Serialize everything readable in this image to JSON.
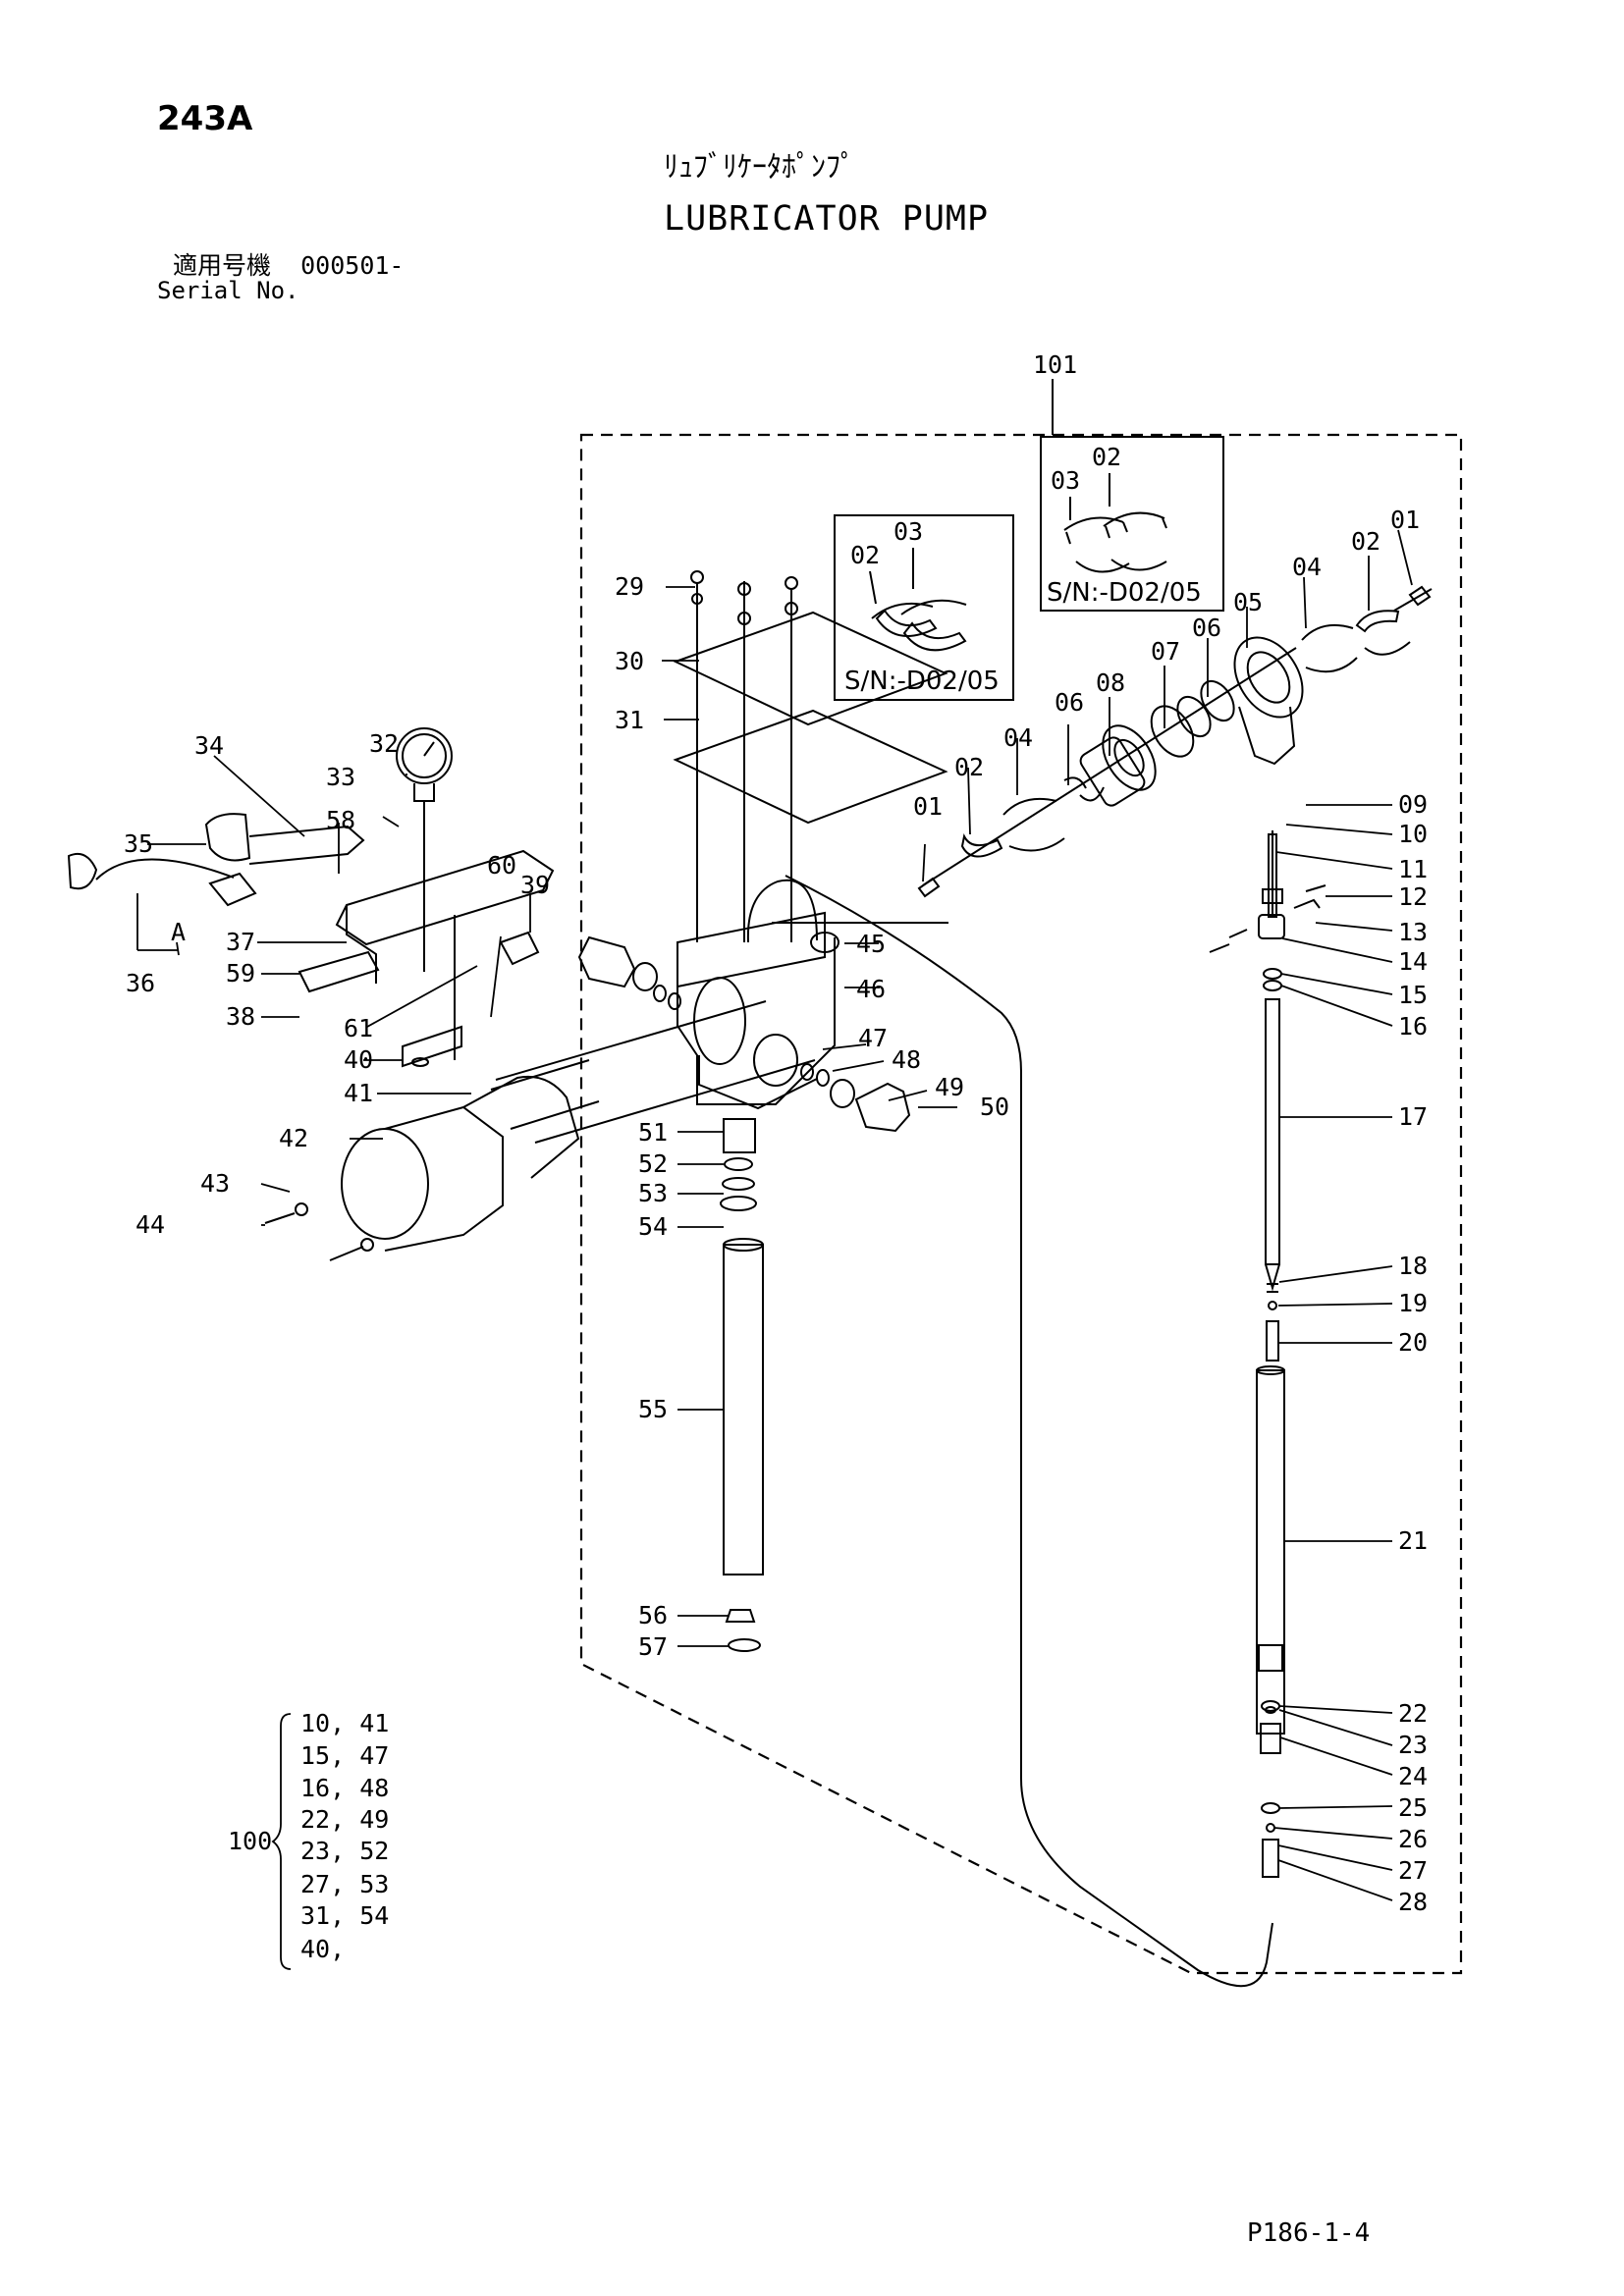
{
  "page_code": "243A",
  "title_jp": "ﾘｭﾌﾞﾘｹｰﾀﾎﾟﾝﾌﾟ",
  "title_en": "LUBRICATOR PUMP",
  "serial": {
    "label_jp": "適用号機",
    "value": "000501-",
    "label_en": "Serial No."
  },
  "assembly_no": "101",
  "insets": [
    {
      "id": "left",
      "parts": [
        "02",
        "03"
      ],
      "serial_note": "S/N:-D02/05"
    },
    {
      "id": "right",
      "parts": [
        "03",
        "02"
      ],
      "serial_note": "S/N:-D02/05"
    }
  ],
  "callouts": {
    "l01": "01",
    "l02": "02",
    "l04": "04",
    "l06": "06",
    "l08": "08",
    "l07": "07",
    "l06b": "06",
    "l05": "05",
    "l04b": "04",
    "l02b": "02",
    "l01b": "01",
    "r09": "09",
    "r10": "10",
    "r11": "11",
    "r12": "12",
    "r13": "13",
    "r14": "14",
    "r15": "15",
    "r16": "16",
    "r17": "17",
    "r18": "18",
    "r19": "19",
    "r20": "20",
    "r21": "21",
    "r22": "22",
    "r23": "23",
    "r24": "24",
    "r25": "25",
    "r26": "26",
    "r27": "27",
    "r28": "28",
    "p29": "29",
    "p30": "30",
    "p31": "31",
    "p32": "32",
    "p33": "33",
    "p34": "34",
    "p35": "35",
    "p36": "36",
    "p37": "37",
    "p38": "38",
    "p39": "39",
    "p40": "40",
    "p41": "41",
    "p42": "42",
    "p43": "43",
    "p44": "44",
    "p45": "45",
    "p46": "46",
    "p47": "47",
    "p48": "48",
    "p49": "49",
    "p50": "50",
    "p51": "51",
    "p52": "52",
    "p53": "53",
    "p54": "54",
    "p55": "55",
    "p56": "56",
    "p57": "57",
    "p58": "58",
    "p59": "59",
    "p60": "60",
    "p61": "61",
    "pA": "A"
  },
  "kit": {
    "number": "100",
    "rows": [
      "10, 41",
      "15, 47",
      "16, 48",
      "22, 49",
      "23, 52",
      "27, 53",
      "31, 54",
      "40,"
    ]
  },
  "footer": "P186-1-4"
}
